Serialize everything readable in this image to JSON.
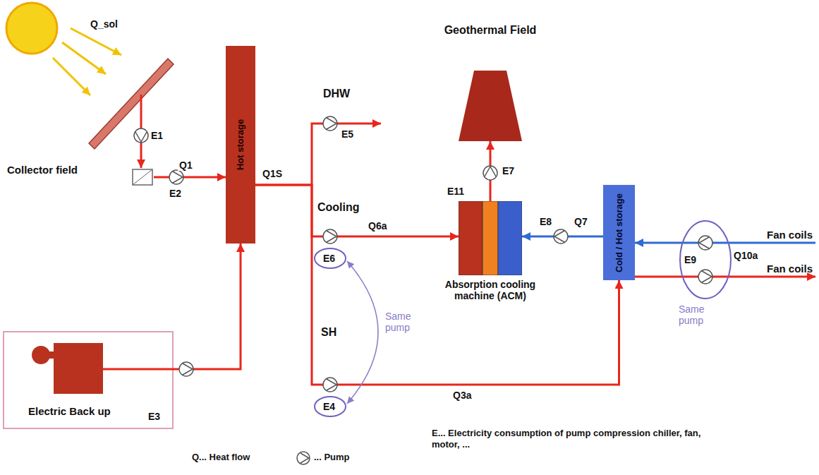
{
  "diagram": {
    "nodes": [
      {
        "text": [
          "Collector field"
        ]
      },
      {
        "text": [
          "Hot storage"
        ]
      },
      {
        "text": [
          "Electric Back up"
        ]
      },
      {
        "text": [
          "Geothermal Field"
        ]
      },
      {
        "text": [
          "E11",
          "Absorption cooling machine (ACM)"
        ]
      },
      {
        "text": [
          "Cold / Hot storage"
        ]
      },
      {
        "text": [
          "Fan coils"
        ]
      },
      {
        "text": [
          "Fan coils"
        ]
      }
    ],
    "edges": [
      {
        "from": 0,
        "to": 1,
        "arrow": "to",
        "label": "Q1"
      },
      {
        "from": 2,
        "to": 1,
        "arrow": "to"
      },
      {
        "from": 1,
        "to": 4,
        "arrow": "to",
        "label": "Q6a"
      },
      {
        "from": 1,
        "to": 5,
        "arrow": "to",
        "label": "Q3a"
      },
      {
        "from": 4,
        "to": 3,
        "arrow": "to"
      },
      {
        "from": 5,
        "to": 4,
        "arrow": "to",
        "label": "Q7"
      },
      {
        "from": 6,
        "to": 5,
        "arrow": "to"
      },
      {
        "from": 5,
        "to": 7,
        "arrow": "to"
      }
    ],
    "labels": [
      "Q_sol",
      "E1",
      "E2",
      "Q1S",
      "DHW",
      "E5",
      "Cooling",
      "E6",
      "SH",
      "E4",
      "Same pump",
      "E7",
      "E8",
      "E9",
      "Q10a",
      "Same pump",
      "E3"
    ],
    "legend": [
      {
        "text": "Q... Heat flow"
      },
      {
        "text": "... Pump"
      },
      {
        "text": "E... Electricity consumption of pump compression chiller, fan, motor, ..."
      }
    ]
  }
}
